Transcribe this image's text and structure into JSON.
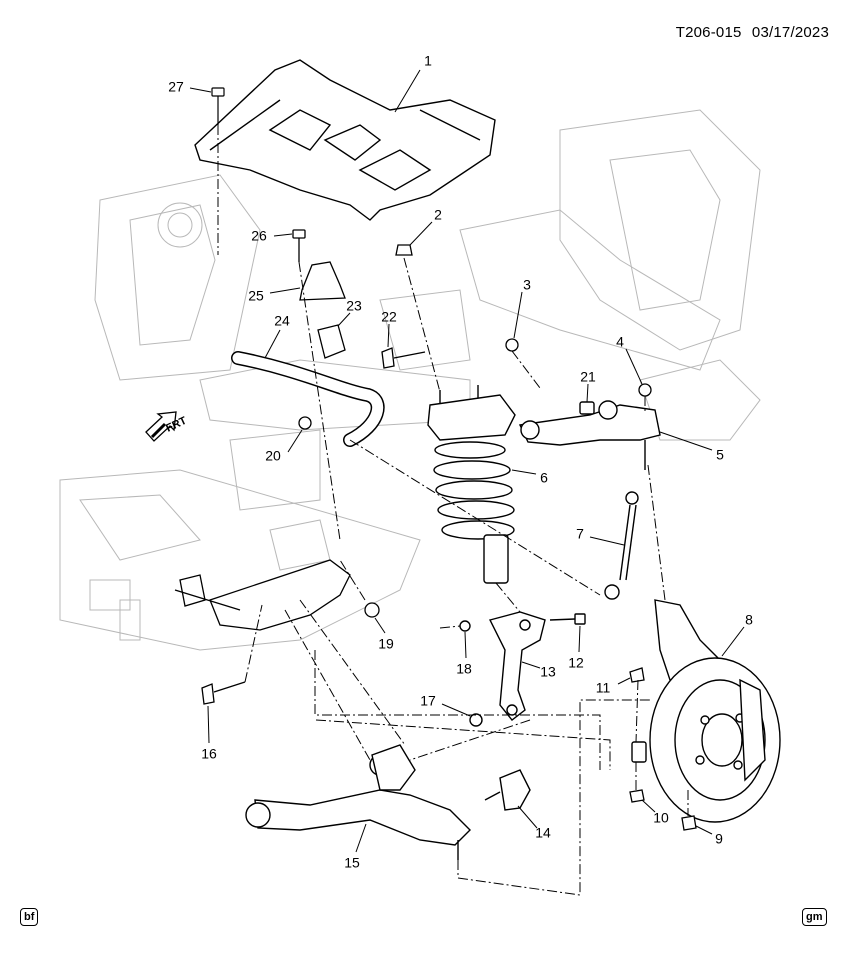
{
  "diagram": {
    "doc_code": "T206-015",
    "doc_date": "03/17/2023",
    "direction_label": "FRT",
    "left_badge": "bf",
    "right_badge": "gm",
    "callouts": [
      "1",
      "2",
      "3",
      "4",
      "5",
      "6",
      "7",
      "8",
      "9",
      "10",
      "11",
      "12",
      "13",
      "14",
      "15",
      "16",
      "17",
      "18",
      "19",
      "20",
      "21",
      "22",
      "23",
      "24",
      "25",
      "26",
      "27"
    ]
  },
  "colors": {
    "ink": "#000000",
    "background": "#ffffff",
    "background_art": "#b8b8b8"
  }
}
